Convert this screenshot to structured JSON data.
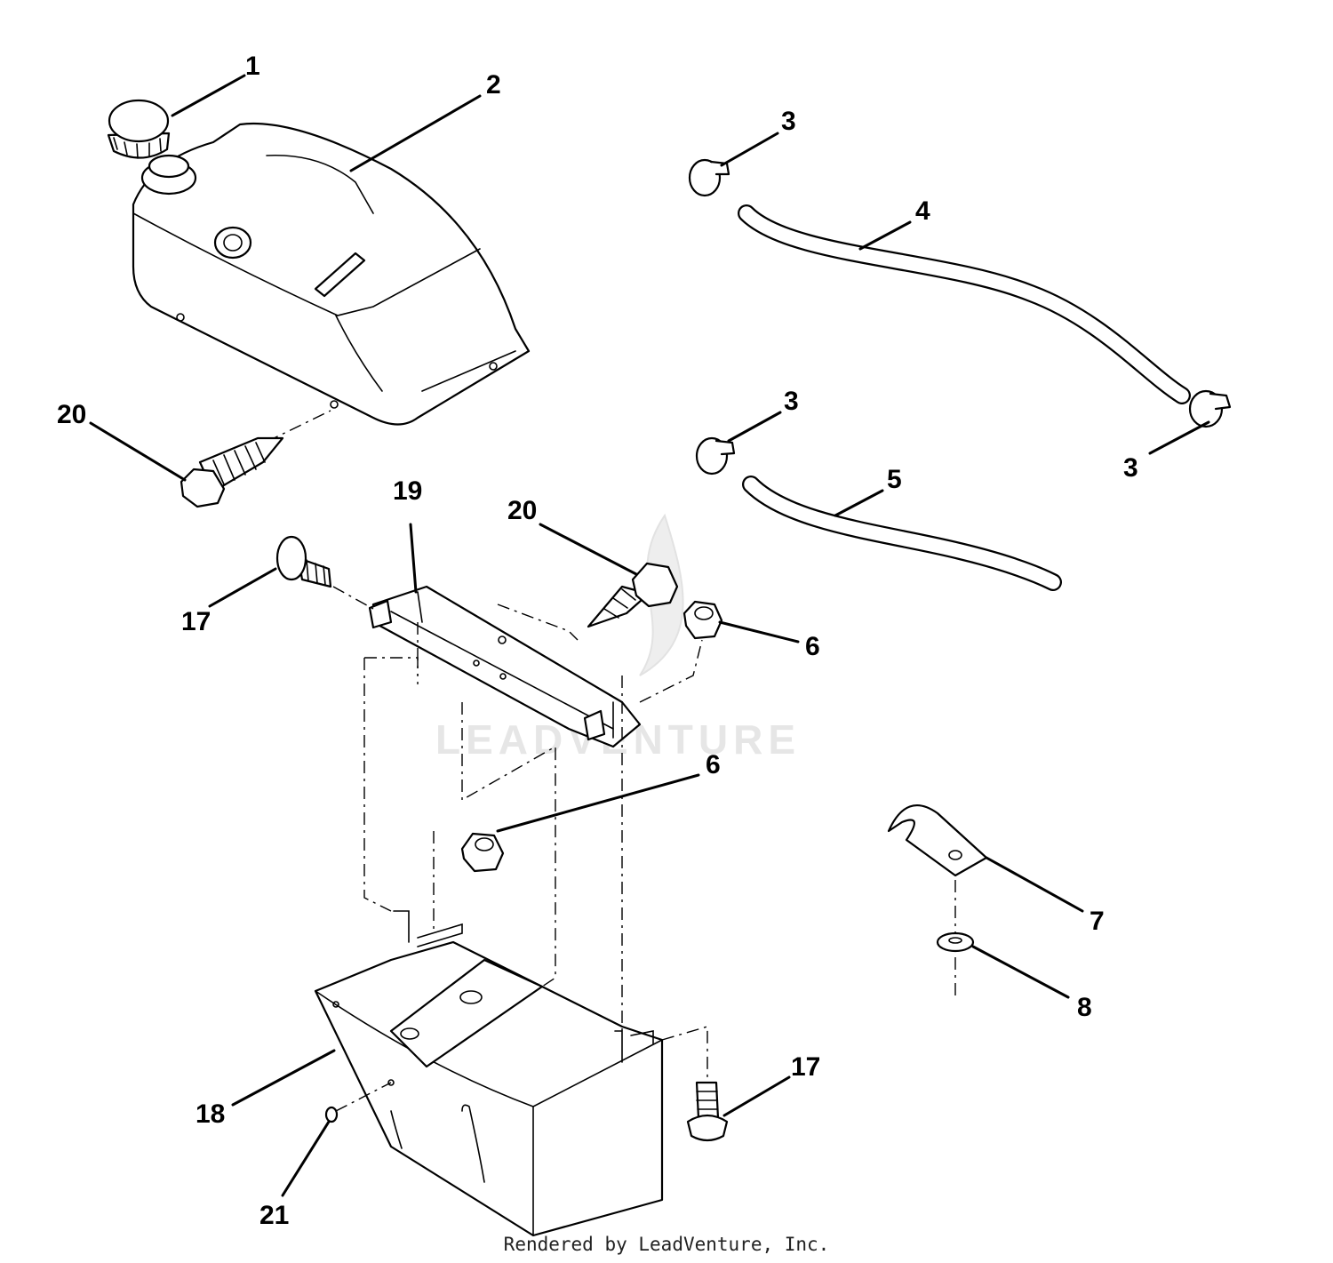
{
  "callouts": [
    {
      "id": "c1",
      "label": "1"
    },
    {
      "id": "c2",
      "label": "2"
    },
    {
      "id": "c3a",
      "label": "3"
    },
    {
      "id": "c4",
      "label": "4"
    },
    {
      "id": "c3b",
      "label": "3"
    },
    {
      "id": "c3c",
      "label": "3"
    },
    {
      "id": "c5",
      "label": "5"
    },
    {
      "id": "c20a",
      "label": "20"
    },
    {
      "id": "c19",
      "label": "19"
    },
    {
      "id": "c20b",
      "label": "20"
    },
    {
      "id": "c17a",
      "label": "17"
    },
    {
      "id": "c6a",
      "label": "6"
    },
    {
      "id": "c6b",
      "label": "6"
    },
    {
      "id": "c7",
      "label": "7"
    },
    {
      "id": "c8",
      "label": "8"
    },
    {
      "id": "c17b",
      "label": "17"
    },
    {
      "id": "c18",
      "label": "18"
    },
    {
      "id": "c21",
      "label": "21"
    }
  ],
  "watermark": "LEADVENTURE",
  "footer": "Rendered by LeadVenture, Inc.",
  "colors": {
    "line": "#000000",
    "background": "#ffffff",
    "watermark": "#e6e6e6"
  }
}
